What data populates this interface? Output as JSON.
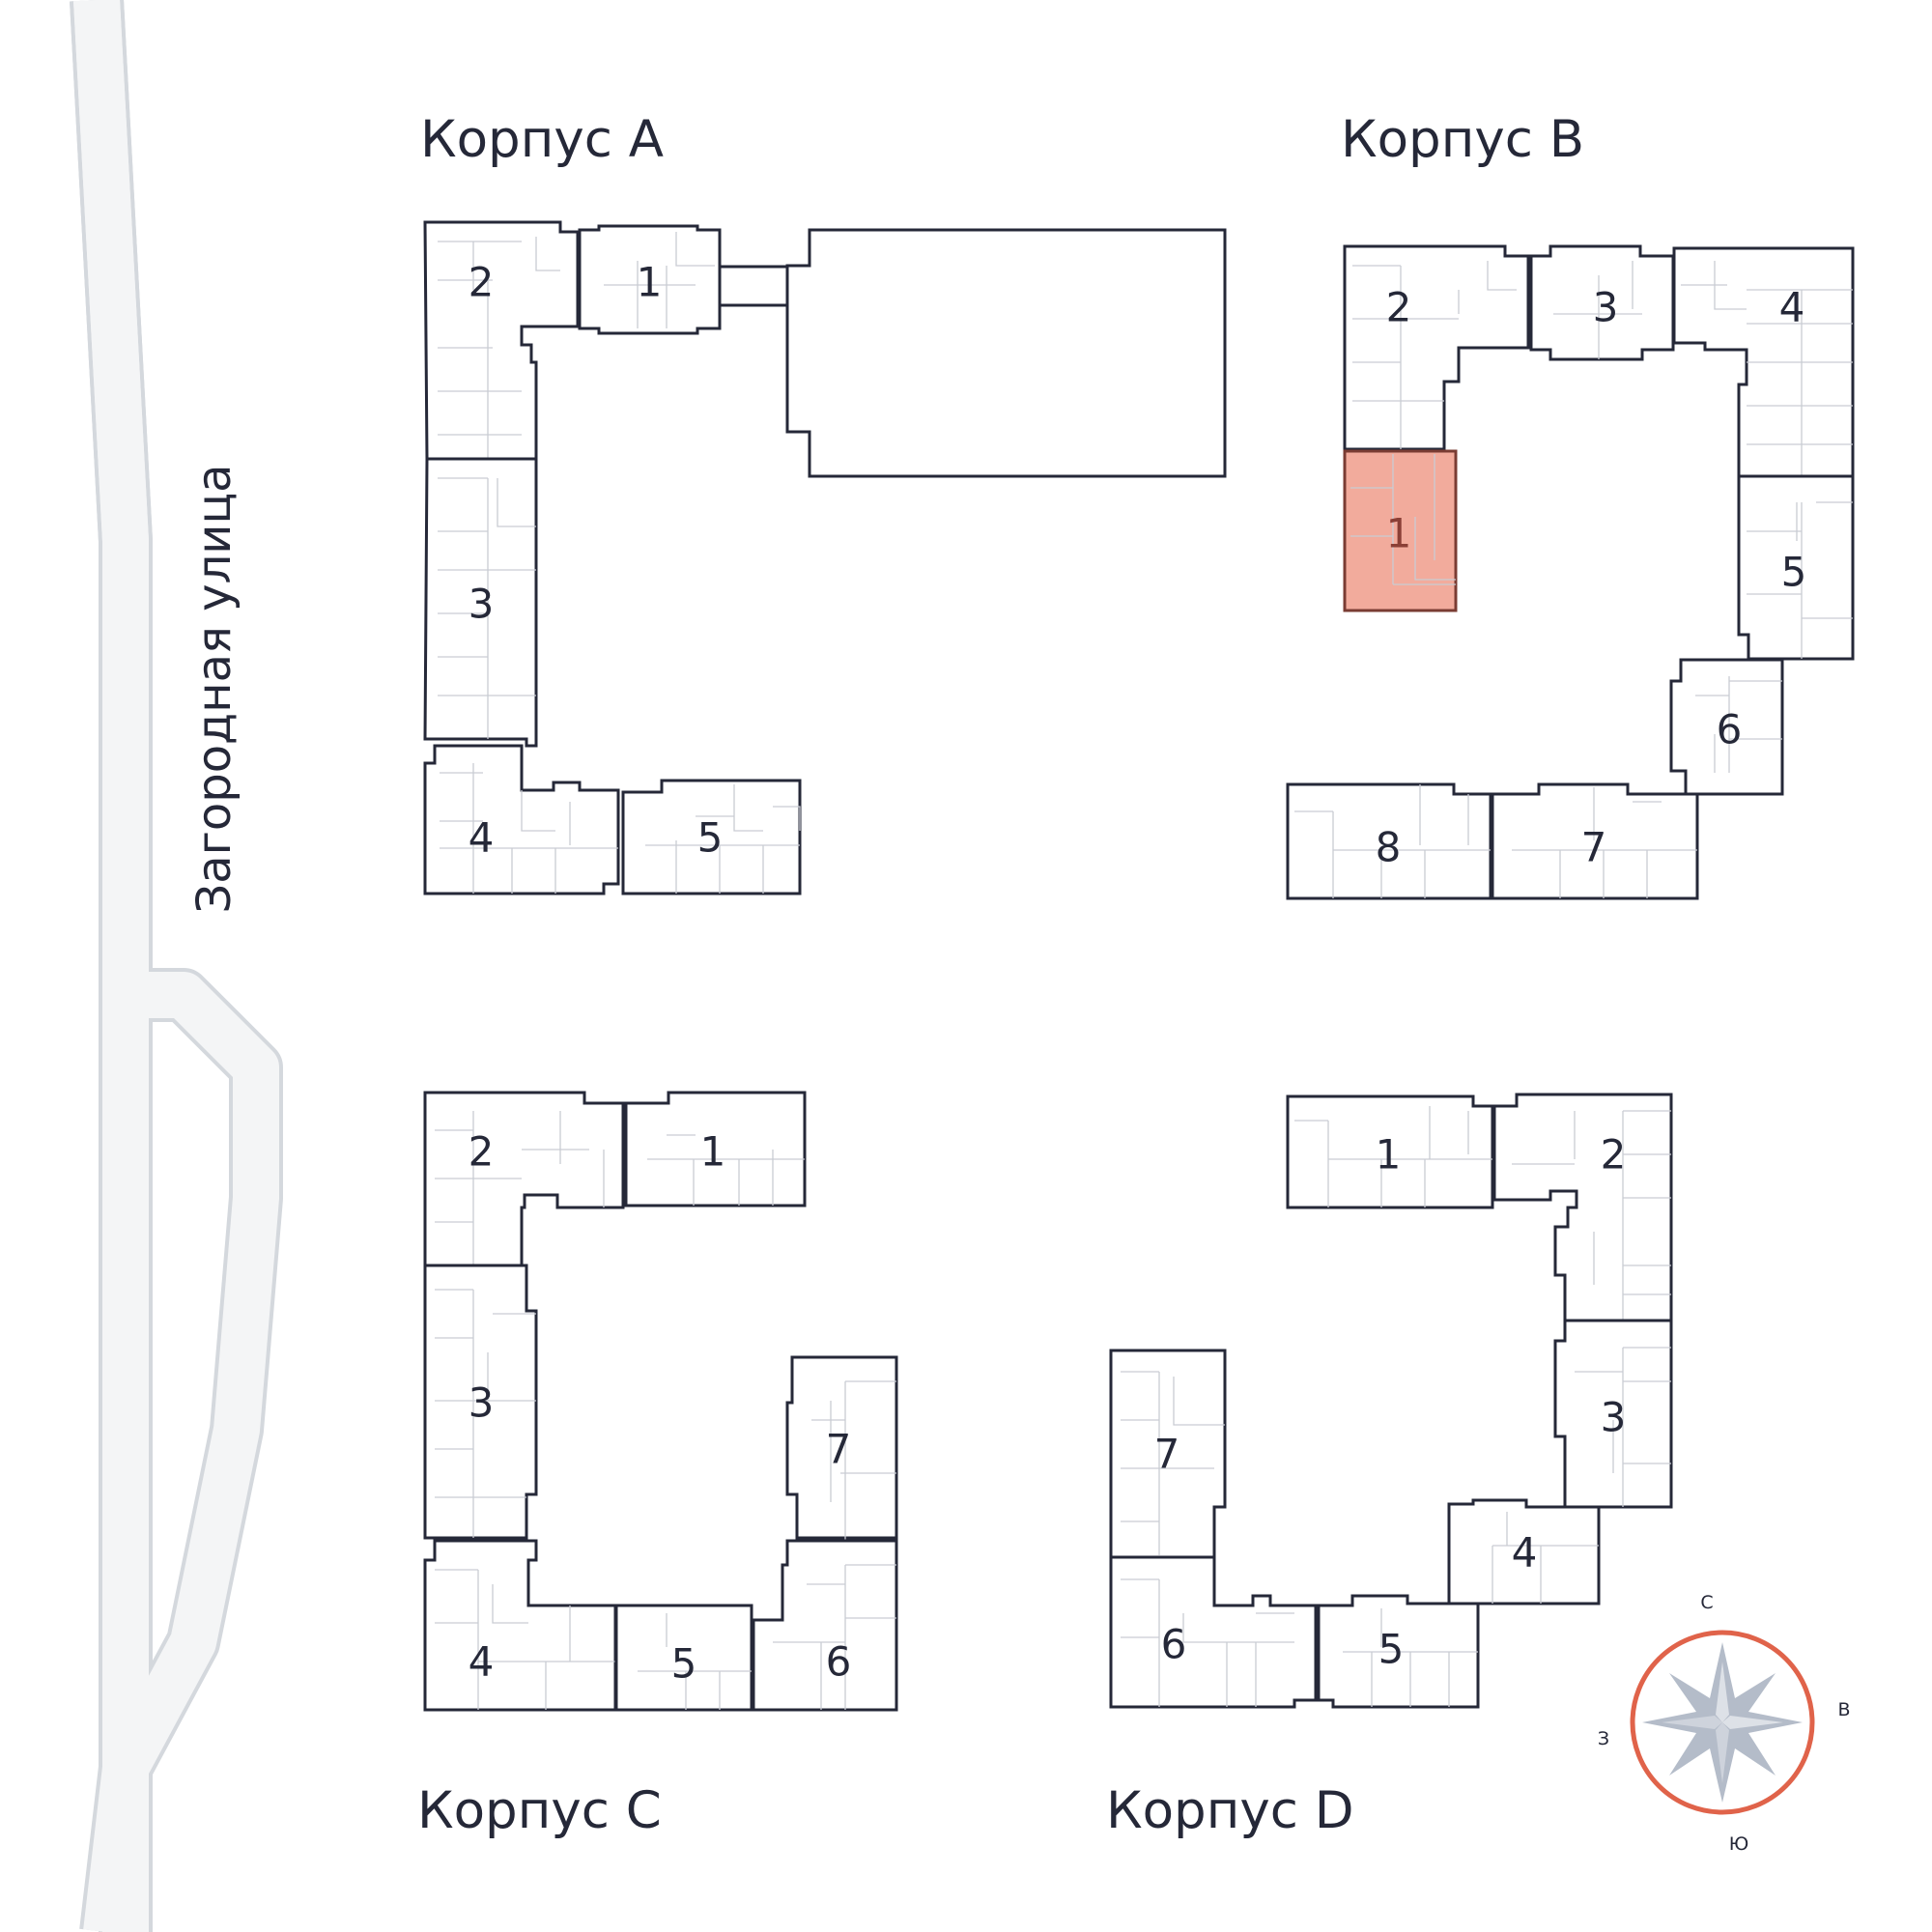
{
  "street_label": "Загородная улица",
  "buildings": {
    "a": {
      "label": "Корпус A",
      "sections": [
        "2",
        "1",
        "3",
        "4",
        "5"
      ]
    },
    "b": {
      "label": "Корпус B",
      "sections": [
        "2",
        "3",
        "4",
        "1",
        "5",
        "6",
        "8",
        "7"
      ],
      "selected_section": "1"
    },
    "c": {
      "label": "Корпус C",
      "sections": [
        "2",
        "1",
        "3",
        "7",
        "4",
        "5",
        "6"
      ]
    },
    "d": {
      "label": "Корпус D",
      "sections": [
        "1",
        "2",
        "3",
        "7",
        "4",
        "6",
        "5"
      ]
    }
  },
  "compass": {
    "north": "С",
    "east": "В",
    "south": "Ю",
    "west": "З"
  },
  "colors": {
    "outline": "#252838",
    "selected_fill": "#f2ab9c",
    "compass_ring": "#e0634a",
    "compass_star": "#b4bcc9",
    "road": "#d4d8dd"
  }
}
